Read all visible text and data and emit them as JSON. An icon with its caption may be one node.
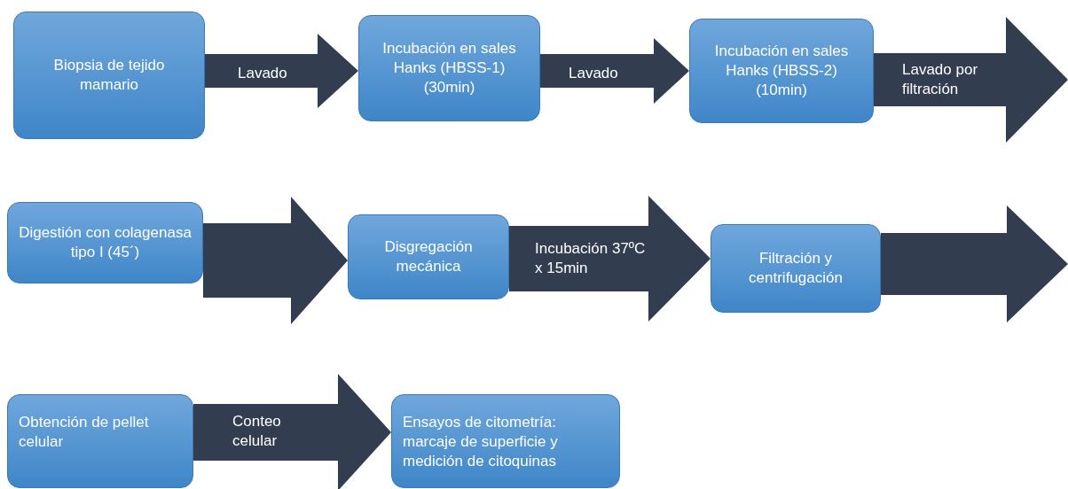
{
  "diagram": {
    "nodes": [
      {
        "text": [
          "Biopsia de tejido mamario"
        ]
      },
      {
        "text": [
          "Incubación en sales Hanks (HBSS-1) (30min)"
        ]
      },
      {
        "text": [
          "Incubación en sales Hanks (HBSS-2) (10min)"
        ]
      },
      {
        "text": [
          "Digestión con colagenasa tipo I (45´)"
        ]
      },
      {
        "text": [
          "Disgregación mecánica"
        ]
      },
      {
        "text": [
          "Filtración y centrifugación"
        ]
      },
      {
        "text": [
          "Obtención de pellet celular"
        ]
      },
      {
        "text": [
          "Ensayos de citometría: marcaje de superficie y medición de citoquinas"
        ]
      }
    ],
    "edges": [
      {
        "from": 0,
        "to": 1,
        "arrow": "to",
        "label": "Lavado"
      },
      {
        "from": 1,
        "to": 2,
        "arrow": "to",
        "label": "Lavado"
      },
      {
        "from": 2,
        "to": null,
        "arrow": "to",
        "label": "Lavado por filtración"
      },
      {
        "from": 3,
        "to": 4,
        "arrow": "to"
      },
      {
        "from": 4,
        "to": 5,
        "arrow": "to",
        "label": "Incubación 37ºC x 15min"
      },
      {
        "from": 5,
        "to": null,
        "arrow": "to"
      },
      {
        "from": 6,
        "to": 7,
        "arrow": "to",
        "label": "Conteo celular"
      }
    ]
  }
}
